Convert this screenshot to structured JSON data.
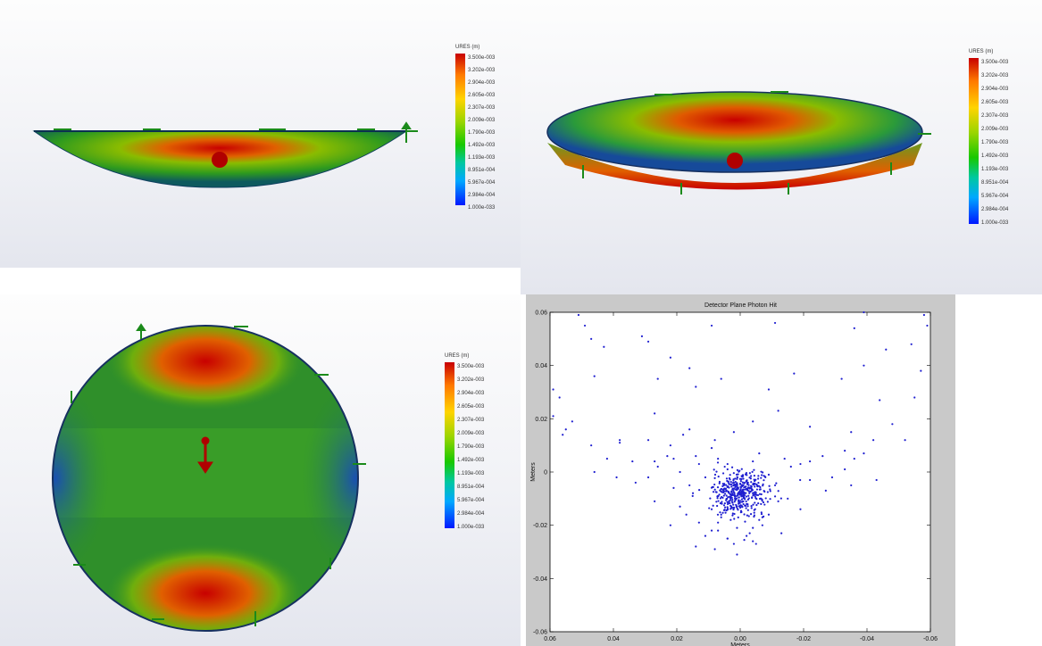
{
  "legend": {
    "title": "URES (m)",
    "ticks": [
      "3.500e-003",
      "3.202e-003",
      "2.904e-003",
      "2.605e-003",
      "2.307e-003",
      "2.009e-003",
      "1.790e-003",
      "1.492e-003",
      "1.193e-003",
      "8.951e-004",
      "5.967e-004",
      "2.984e-004",
      "1.000e-033"
    ]
  },
  "legend_bottom_left": {
    "title": "URES (m)",
    "ticks": [
      "3.500e-003",
      "3.202e-003",
      "2.904e-003",
      "2.605e-003",
      "2.307e-003",
      "2.009e-003",
      "1.790e-003",
      "1.492e-003",
      "1.193e-003",
      "8.951e-004",
      "5.967e-004",
      "2.984e-004",
      "1.000e-033"
    ]
  },
  "colors": {
    "max_displacement": "#c80000",
    "min_displacement": "#0018ff",
    "fixture_arrow": "#1a8a1a",
    "load_arrow": "#b00000",
    "scatter_point": "#1f1fd0"
  },
  "icons": [
    "fixture-arrow-icon",
    "load-arrow-icon"
  ],
  "chart_data": {
    "type": "scatter",
    "title": "Detector Plane Photon Hit",
    "xlabel": "Meters",
    "ylabel": "Meters",
    "xlim": [
      0.06,
      -0.06
    ],
    "ylim": [
      -0.06,
      0.06
    ],
    "x_reversed": true,
    "xticks": [
      "0.06",
      "0.04",
      "0.02",
      "0.00",
      "-0.02",
      "-0.04",
      "-0.06"
    ],
    "yticks": [
      "0.06",
      "0.04",
      "0.02",
      "0",
      "-0.02",
      "-0.04",
      "-0.06"
    ],
    "grid": false,
    "series": [
      {
        "x": [
          0.059,
          0.057,
          0.051,
          0.049,
          0.047,
          0.043,
          0.046,
          0.031,
          0.029,
          0.022,
          0.009,
          -0.011,
          -0.036,
          -0.039,
          -0.058,
          -0.054,
          -0.059,
          0.026,
          0.016,
          0.014,
          0.006,
          -0.009,
          -0.017,
          -0.032,
          -0.039,
          -0.044,
          -0.046,
          -0.055,
          -0.057,
          0.059,
          0.053,
          0.047,
          0.038,
          0.029,
          0.027,
          0.022,
          0.016,
          0.008,
          0.002,
          -0.004,
          -0.012,
          -0.022,
          -0.035,
          -0.042,
          -0.048,
          0.056,
          0.055,
          0.042,
          0.038,
          0.027,
          0.021,
          0.018,
          0.014,
          0.009,
          0.004,
          -0.006,
          -0.014,
          -0.019,
          -0.026,
          -0.033,
          -0.039,
          -0.052,
          0.046,
          0.039,
          0.034,
          0.026,
          0.023,
          0.019,
          0.013,
          0.007,
          0.004,
          -0.004,
          -0.009,
          -0.016,
          -0.022,
          -0.029,
          -0.033,
          -0.036,
          -0.043,
          0.033,
          0.029,
          0.021,
          0.016,
          0.011,
          0.007,
          0.002,
          -0.004,
          -0.011,
          -0.015,
          -0.022,
          -0.027,
          -0.035,
          0.027,
          0.019,
          0.015,
          0.009,
          0.006,
          -0.002,
          -0.007,
          -0.012,
          -0.019,
          0.022,
          0.017,
          0.013,
          0.007,
          0.003,
          -0.004,
          -0.009,
          -0.013,
          0.011,
          0.007,
          0.004,
          0.001,
          -0.004,
          -0.007,
          0.014,
          0.009,
          0.006,
          0.002,
          -0.003,
          -0.006,
          0.008,
          0.004,
          0.001,
          -0.002,
          -0.005
        ],
        "y": [
          0.031,
          0.028,
          0.059,
          0.055,
          0.05,
          0.047,
          0.036,
          0.051,
          0.049,
          0.043,
          0.055,
          0.056,
          0.054,
          0.06,
          0.059,
          0.048,
          0.055,
          0.035,
          0.039,
          0.032,
          0.035,
          0.031,
          0.037,
          0.035,
          0.04,
          0.027,
          0.046,
          0.028,
          0.038,
          0.021,
          0.019,
          0.01,
          0.011,
          0.012,
          0.022,
          0.01,
          0.016,
          0.012,
          0.015,
          0.019,
          0.023,
          0.017,
          0.015,
          0.012,
          0.018,
          0.014,
          0.016,
          0.005,
          0.012,
          0.004,
          0.005,
          0.014,
          0.006,
          0.009,
          0.003,
          0.007,
          0.005,
          0.003,
          0.006,
          0.008,
          0.007,
          0.012,
          0.0,
          -0.002,
          0.004,
          0.002,
          0.006,
          0.0,
          0.003,
          0.005,
          0.001,
          0.004,
          -0.001,
          0.002,
          0.004,
          -0.002,
          0.001,
          0.005,
          -0.003,
          -0.004,
          -0.002,
          -0.006,
          -0.005,
          -0.002,
          -0.009,
          -0.004,
          -0.008,
          -0.005,
          -0.01,
          -0.003,
          -0.007,
          -0.005,
          -0.011,
          -0.013,
          -0.009,
          -0.014,
          -0.016,
          -0.012,
          -0.017,
          -0.011,
          -0.014,
          -0.02,
          -0.016,
          -0.019,
          -0.022,
          -0.018,
          -0.021,
          -0.016,
          -0.023,
          -0.024,
          -0.019,
          -0.025,
          -0.021,
          -0.026,
          -0.02,
          -0.028,
          -0.022,
          -0.017,
          -0.027,
          -0.023,
          -0.018,
          -0.029,
          -0.025,
          -0.031,
          -0.024,
          -0.027
        ]
      }
    ],
    "cluster": {
      "center_x": 0.0,
      "center_y": -0.008,
      "spread_x": 0.0045,
      "spread_y": 0.004,
      "count": 420
    }
  }
}
